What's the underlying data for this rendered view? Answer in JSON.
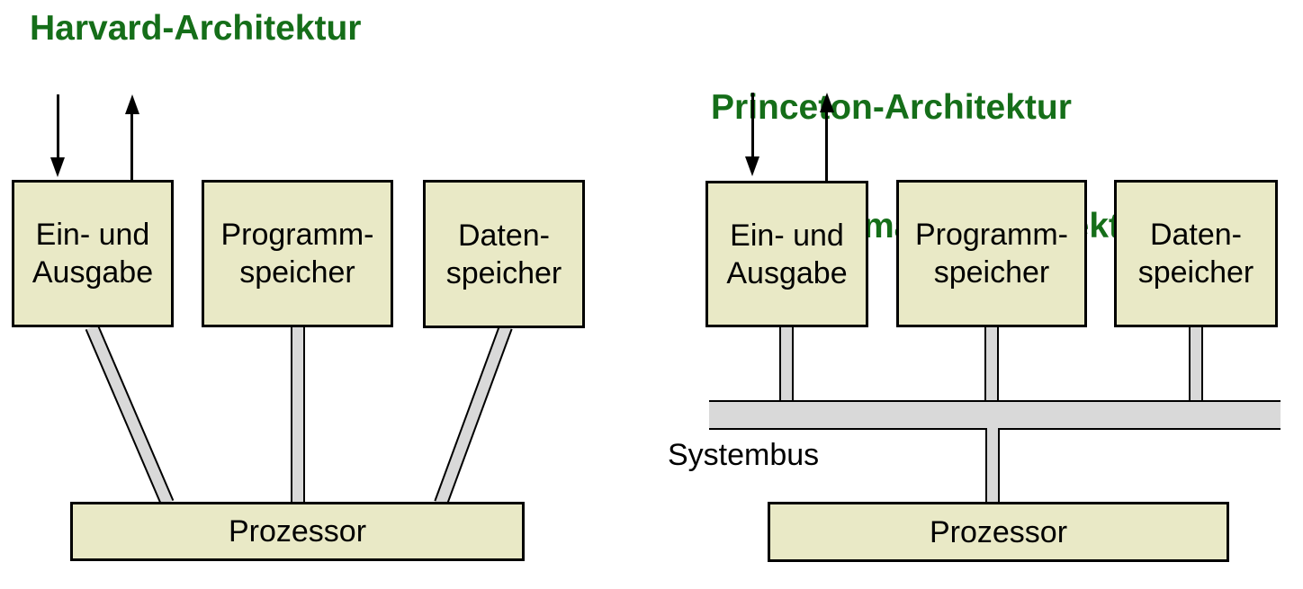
{
  "colors": {
    "title": "#156e19",
    "box_fill": "#e9e9c6",
    "bus_fill": "#d9d9d9",
    "outline": "#000000"
  },
  "harvard": {
    "title": "Harvard-Architektur",
    "boxes": {
      "io": "Ein- und\nAusgabe",
      "program": "Programm-\nspeicher",
      "data": "Daten-\nspeicher",
      "processor": "Prozessor"
    }
  },
  "princeton": {
    "title_line1": "Princeton-Architektur",
    "title_line2": "(von-Neumann-Architektur)",
    "boxes": {
      "io": "Ein- und\nAusgabe",
      "program": "Programm-\nspeicher",
      "data": "Daten-\nspeicher",
      "processor": "Prozessor"
    },
    "bus_label": "Systembus"
  },
  "icons": {
    "input_arrow": "arrow-down",
    "output_arrow": "arrow-up"
  }
}
